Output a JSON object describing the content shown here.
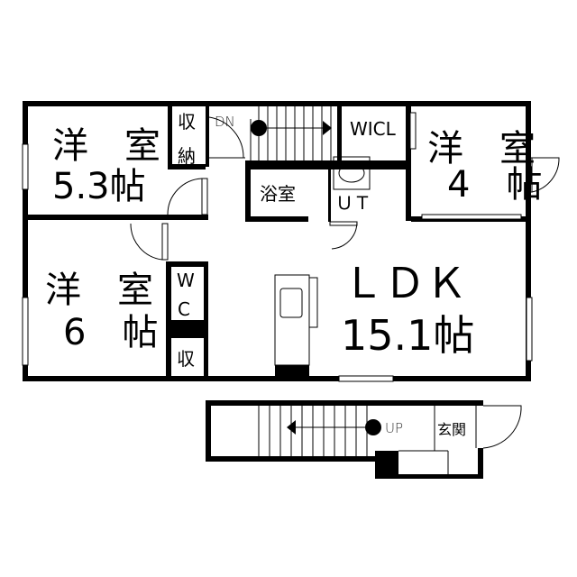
{
  "rooms": {
    "western_room_1": {
      "name": "洋　室",
      "size": "5.3帖"
    },
    "western_room_2": {
      "name": "洋　室",
      "size": "4　帖"
    },
    "western_room_3": {
      "name": "洋　室",
      "size": "6　帖"
    },
    "ldk": {
      "name": "ＬＤＫ",
      "size": "15.1帖"
    },
    "storage_1": {
      "line1": "収",
      "line2": "納"
    },
    "storage_2": "収",
    "wc": {
      "line1": "W",
      "line2": "C"
    },
    "walk_in_closet": "WICL",
    "bathroom": "浴室",
    "utility": "ＵＴ",
    "entrance": "玄関"
  },
  "stairs": {
    "down_label": "DN",
    "up_label": "UP"
  }
}
